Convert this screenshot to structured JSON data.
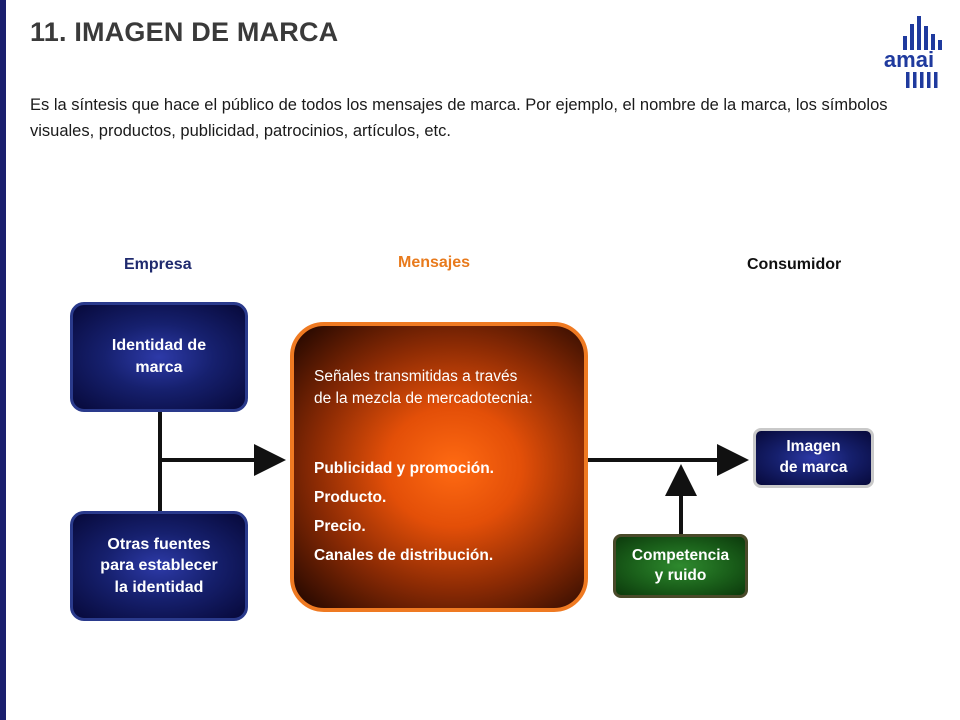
{
  "slide": {
    "title": "11. IMAGEN DE MARCA",
    "description": "Es la síntesis que hace el público de todos los mensajes de marca. Por ejemplo, el nombre de la marca, los símbolos visuales, productos, publicidad, patrocinios, artículos, etc."
  },
  "logo": {
    "text": "amai",
    "color": "#1f3a9e"
  },
  "columns": {
    "empresa": "Empresa",
    "mensajes": "Mensajes",
    "consumidor": "Consumidor"
  },
  "boxes": {
    "identidad": [
      "Identidad de",
      "marca"
    ],
    "otras_fuentes": [
      "Otras fuentes",
      "para establecer",
      "la identidad"
    ],
    "mensajes_intro": [
      "Señales transmitidas a través",
      "de la mezcla de mercadotecnia:"
    ],
    "mensajes_items": [
      "Publicidad y promoción.",
      "Producto.",
      "Precio.",
      "Canales de distribución."
    ],
    "imagen": [
      "Imagen",
      "de marca"
    ],
    "competencia": [
      "Competencia",
      "y ruido"
    ]
  },
  "colors": {
    "accent_bar": "#1a1f6e",
    "empresa_blue": "#1f2a6e",
    "mensajes_orange": "#e87a1c",
    "box_orange": "#ef7a22",
    "competencia_green": "#1a5f1a"
  }
}
